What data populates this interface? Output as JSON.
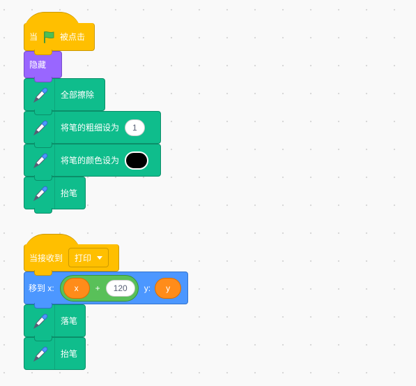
{
  "script1": {
    "when_flag_prefix": "当",
    "when_flag_suffix": "被点击",
    "flag_color": "#4CBF56",
    "hide": "隐藏",
    "clear_all": "全部擦除",
    "set_pen_size": "将笔的粗细设为",
    "pen_size_value": "1",
    "set_pen_color": "将笔的颜色设为",
    "pen_color": "#000000",
    "pen_up": "抬笔"
  },
  "script2": {
    "when_receive": "当接收到",
    "message": "打印",
    "goto_prefix": "移到 x:",
    "x_reporter": "x",
    "plus_operator": "+",
    "plus_value": "120",
    "y_label": "y:",
    "y_reporter": "y",
    "pen_down": "落笔",
    "pen_up": "抬笔"
  },
  "colors": {
    "events": "#FFBF00",
    "looks": "#9966FF",
    "pen": "#0FBD8C",
    "motion": "#4C97FF",
    "operators": "#59C059",
    "variables": "#FF8C1A"
  },
  "icons": {
    "flag": "green-flag-icon",
    "pen": "pen-extension-icon",
    "dropdown": "dropdown-arrow-icon"
  }
}
